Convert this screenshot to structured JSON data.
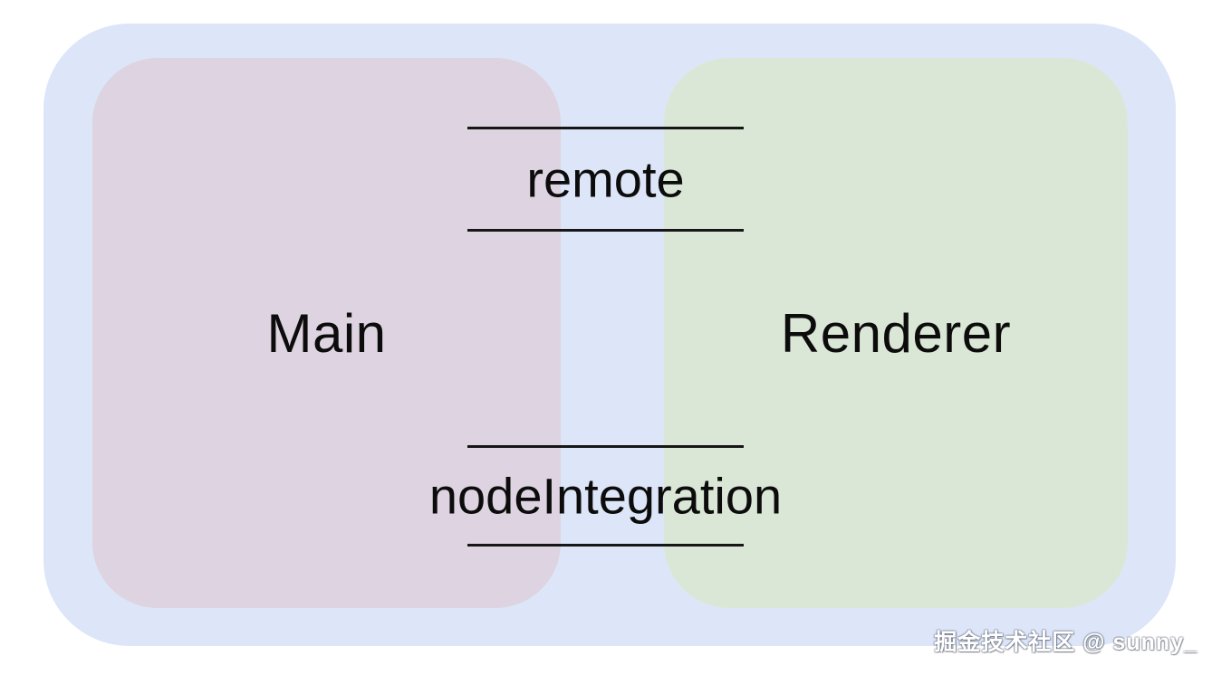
{
  "diagram": {
    "nodes": [
      {
        "id": "main",
        "label": "Main",
        "fill": "#ded3e0"
      },
      {
        "id": "renderer",
        "label": "Renderer",
        "fill": "#dbe7d6"
      }
    ],
    "connectors": [
      {
        "label": "remote"
      },
      {
        "label": "nodeIntegration"
      }
    ],
    "colors": {
      "page_background": "#ffffff",
      "container_fill": "#dce6f8",
      "connector_line": "#161616",
      "label_text": "#0c0c0c"
    }
  },
  "watermark": {
    "text": "掘金技术社区 @ sunny_",
    "color": "#ffffff"
  }
}
